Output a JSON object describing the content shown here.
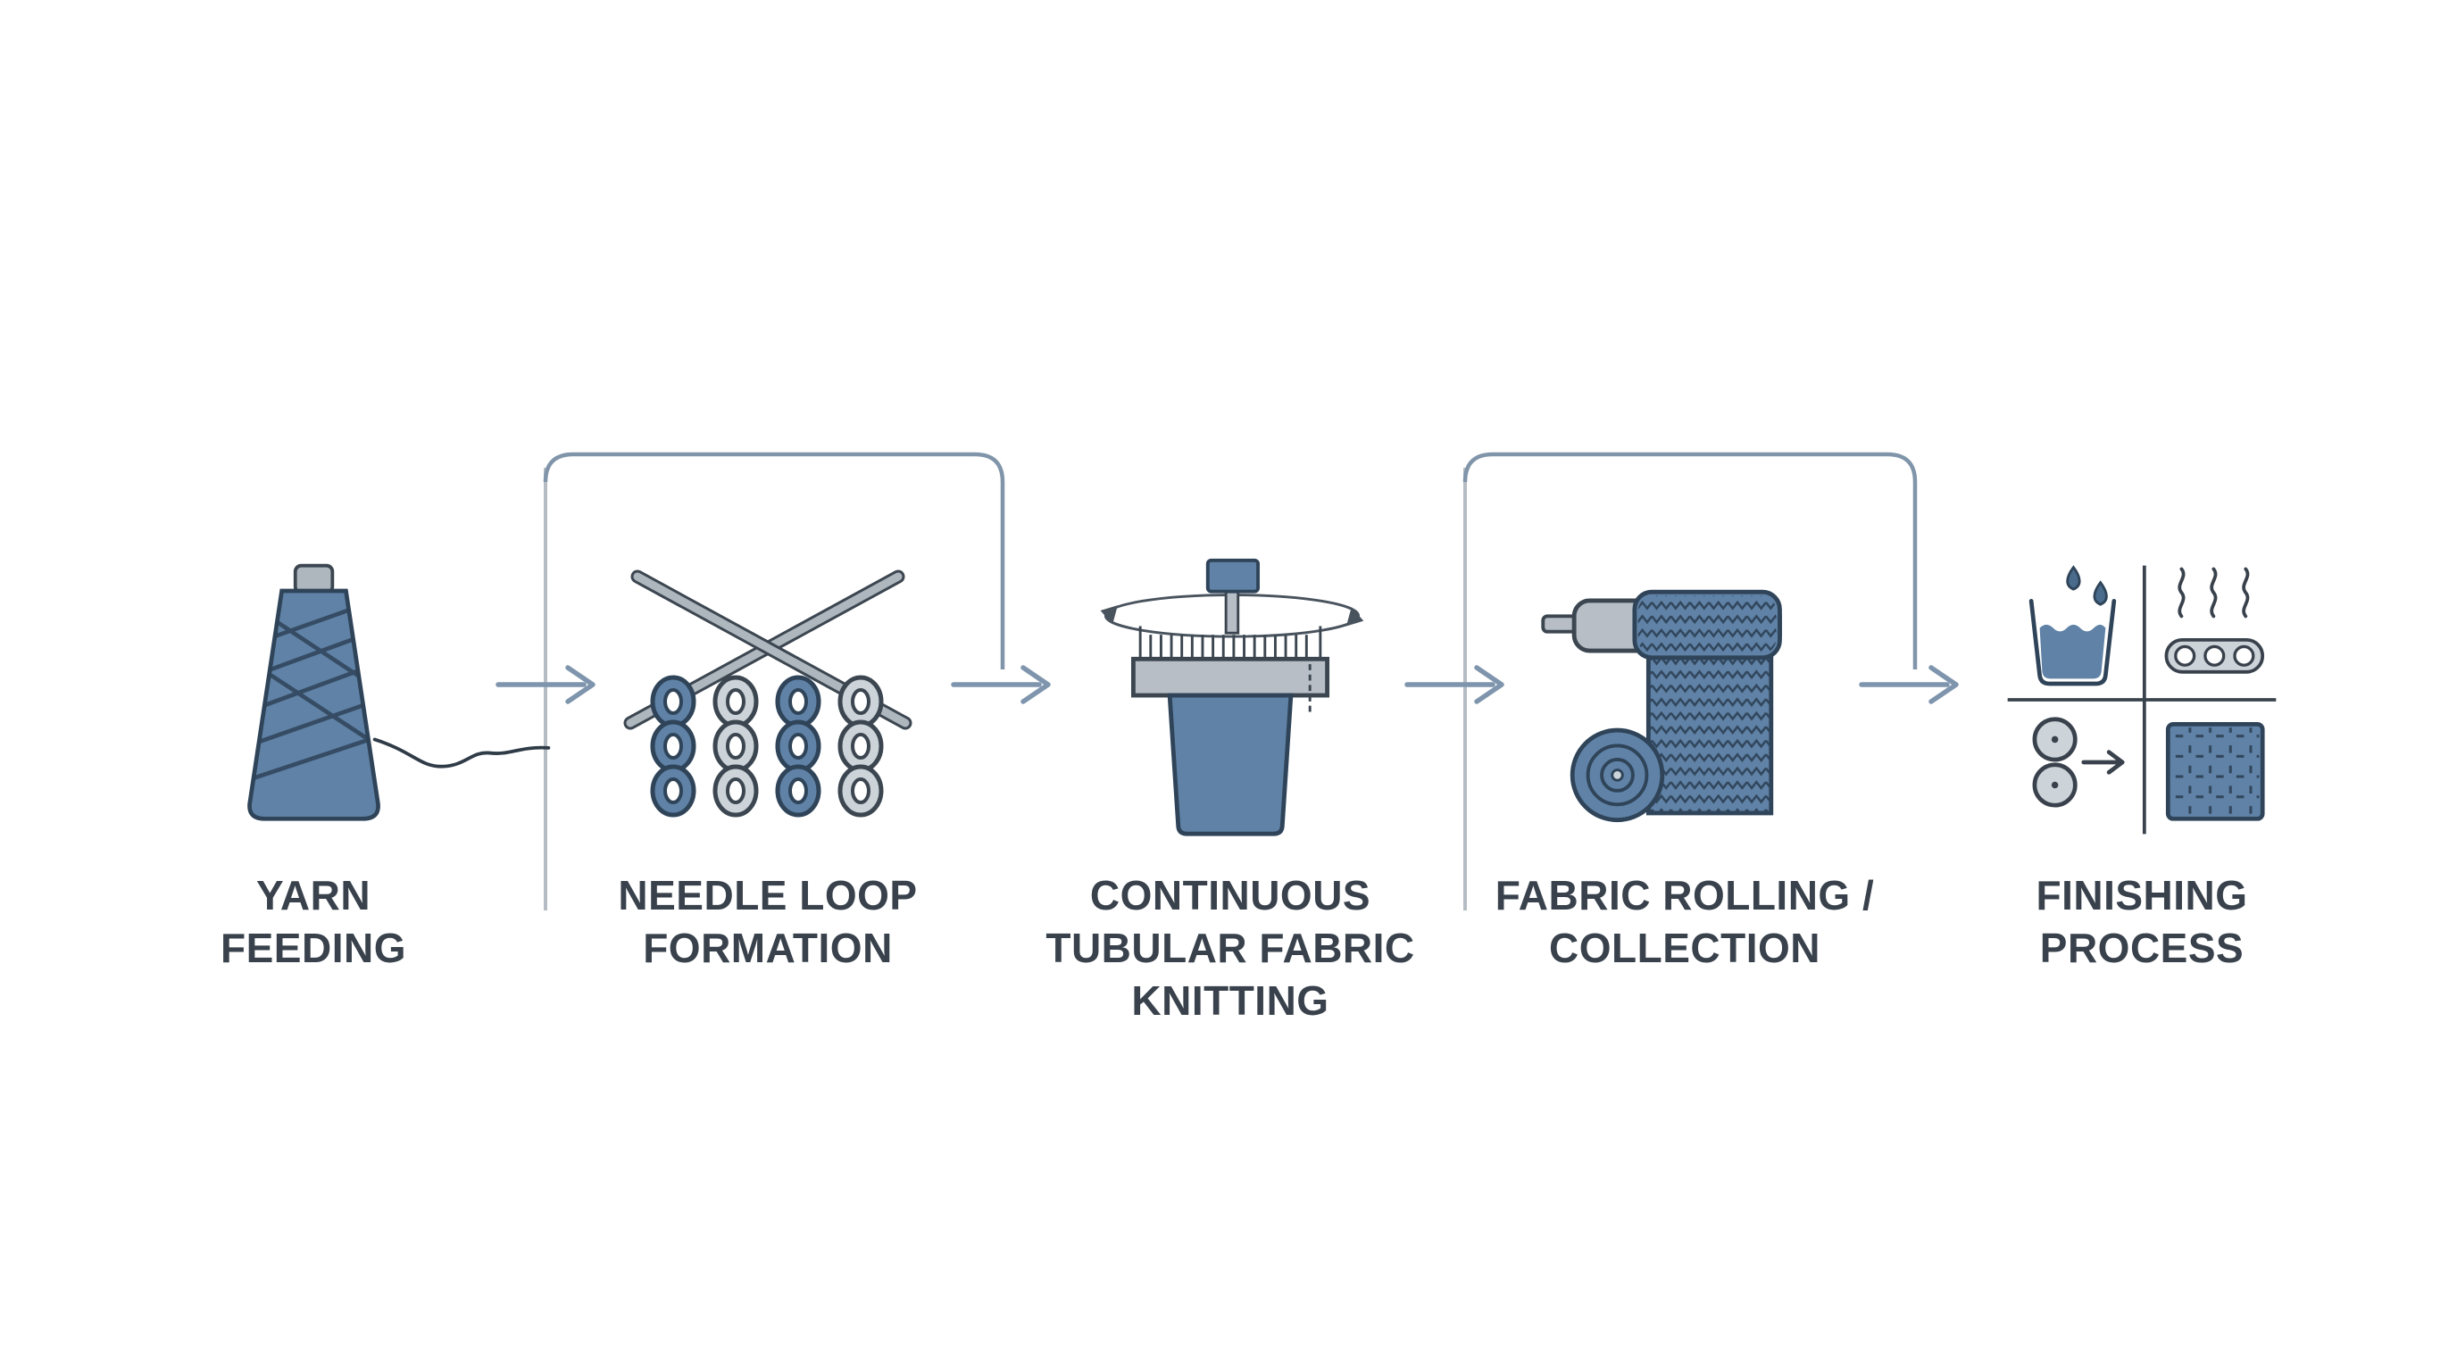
{
  "diagram": {
    "background": "#ffffff",
    "palette": {
      "fabric_blue": "#5f82a6",
      "outline_dark": "#31465c",
      "machine_gray": "#b7bec5",
      "light_fill": "#ccd3d9",
      "connector_blue": "#8095a9",
      "arrow_blue": "#7e95ad",
      "divider_gray": "#b6bcc3",
      "label_color": "#39424c"
    },
    "stages": [
      {
        "id": "yarn-feeding",
        "icon": "yarn-cone-icon",
        "lines": [
          "YARN",
          "FEEDING"
        ]
      },
      {
        "id": "needle-loop-formation",
        "icon": "needle-loop-icon",
        "lines": [
          "NEEDLE LOOP",
          "FORMATION"
        ]
      },
      {
        "id": "continuous-tubular-fabric-knitting",
        "icon": "circular-knitting-machine-icon",
        "lines": [
          "CONTINUOUS",
          "TUBULAR FABRIC",
          "KNITTING"
        ]
      },
      {
        "id": "fabric-rolling-collection",
        "icon": "fabric-roll-icon",
        "lines": [
          "FABRIC ROLLING /",
          "COLLECTION"
        ]
      },
      {
        "id": "finishing-process",
        "icon": "finishing-grid-icon",
        "lines": [
          "FINISHING",
          "PROCESS"
        ]
      }
    ],
    "connectors": {
      "flow_arrows": 4,
      "overhead_brackets": 2
    }
  }
}
